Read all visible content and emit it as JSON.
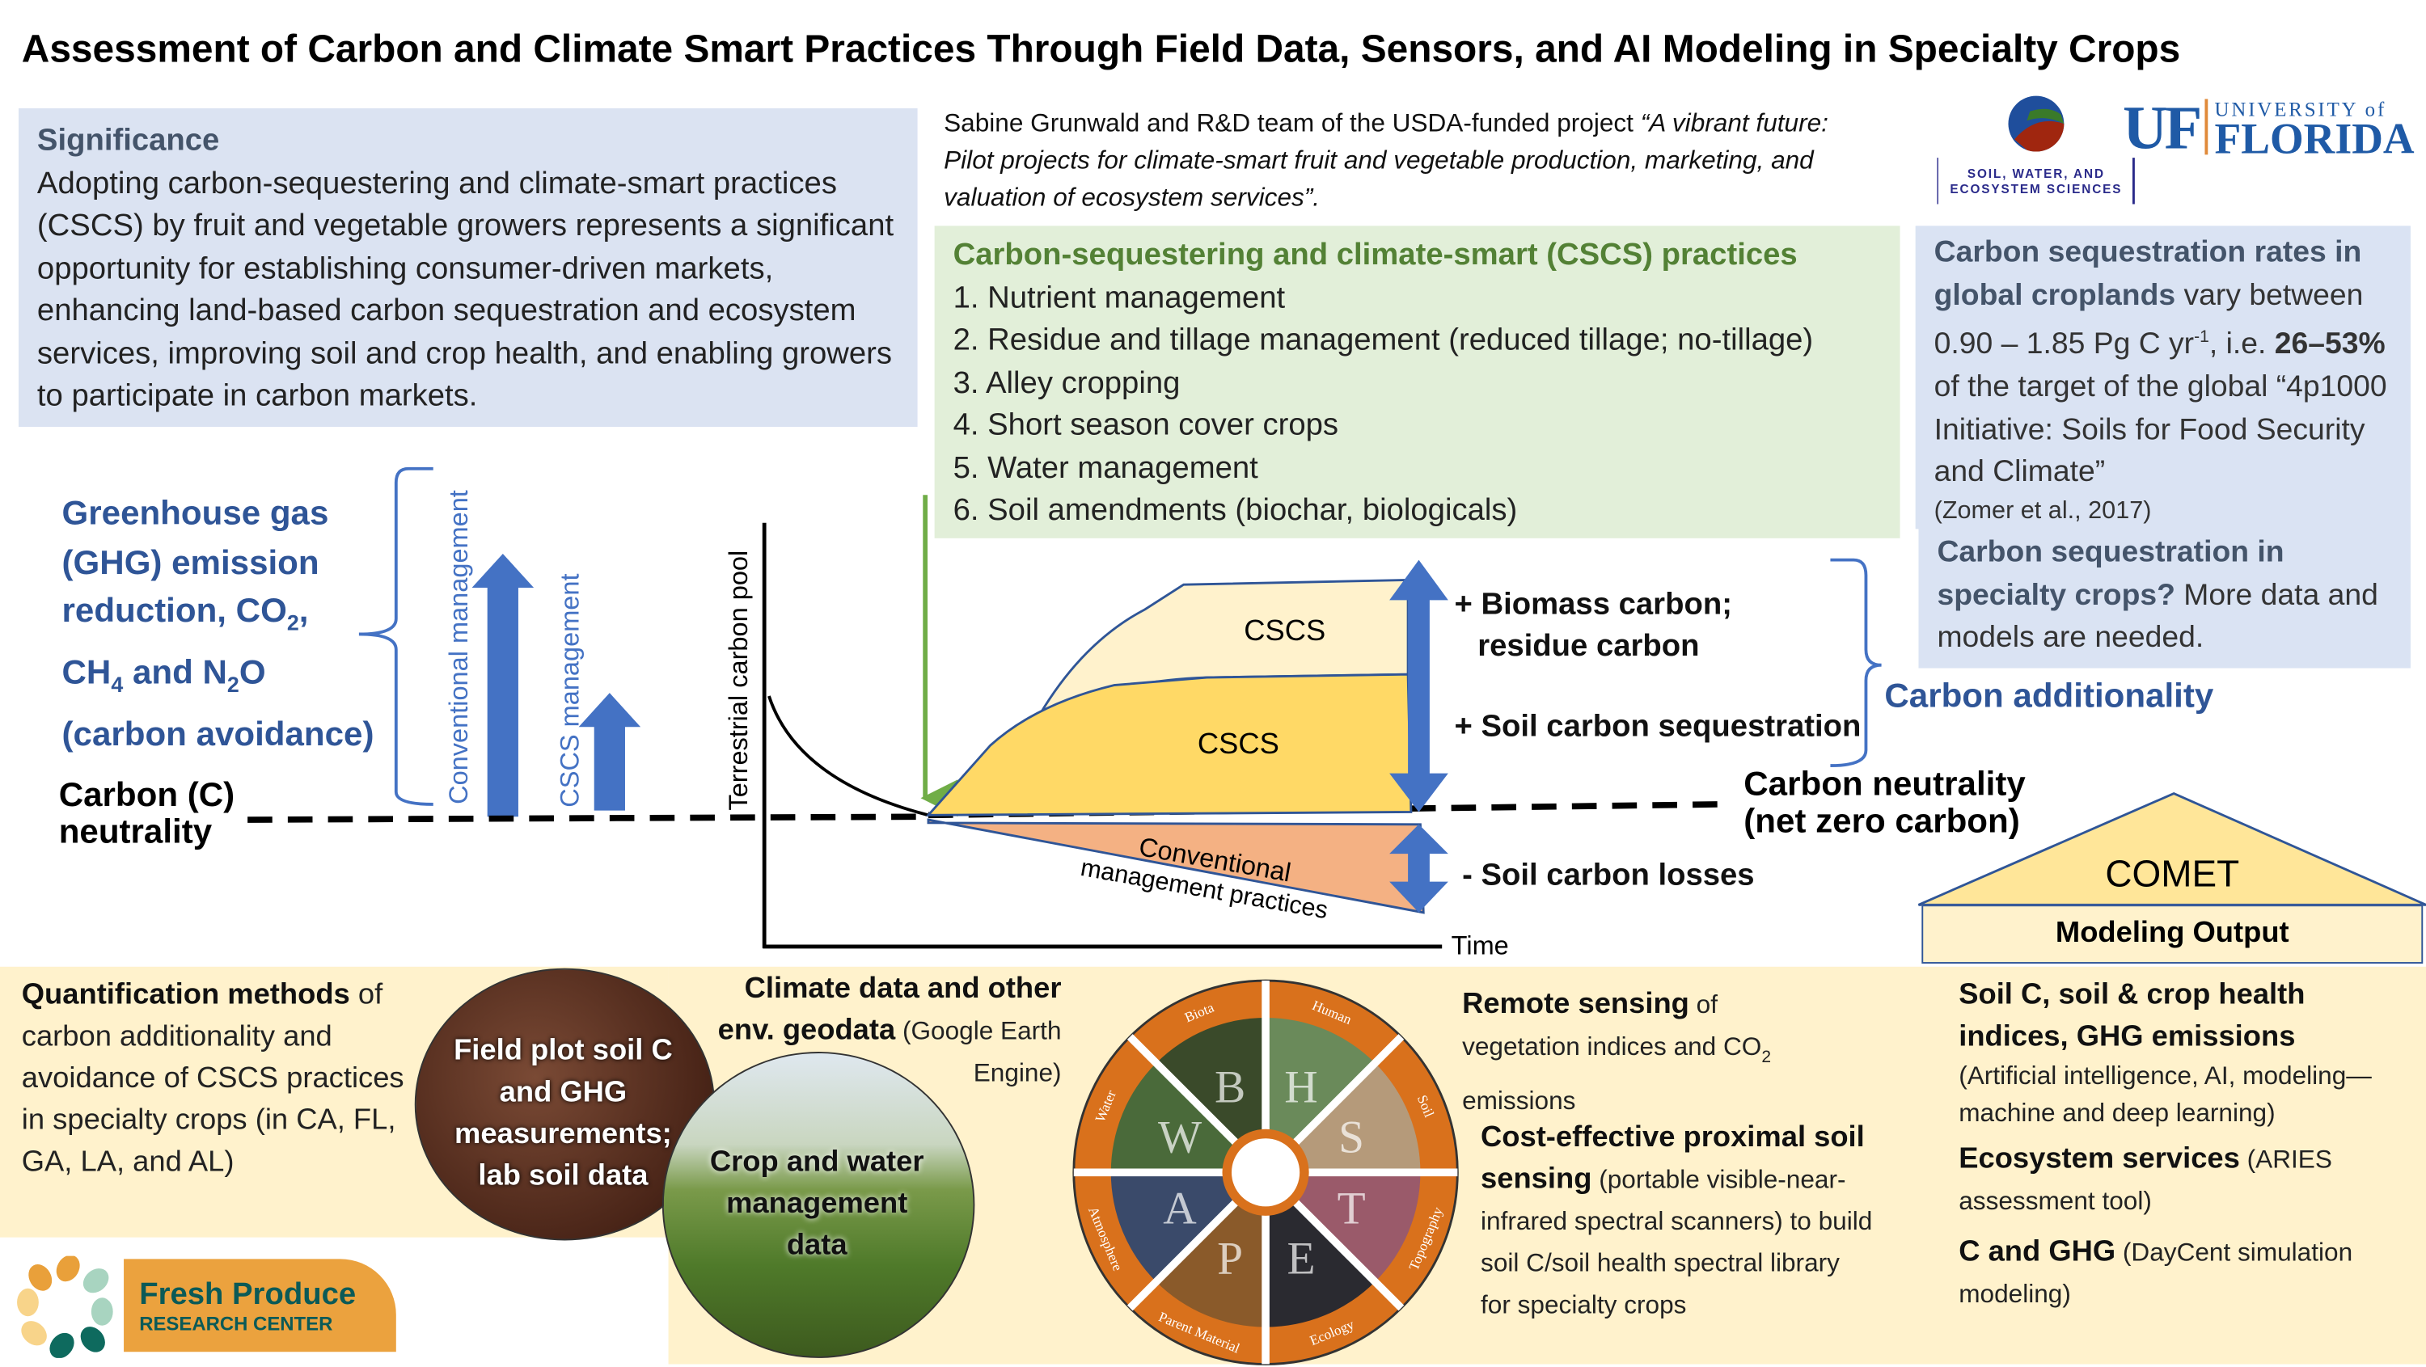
{
  "title": "Assessment of Carbon and Climate Smart Practices Through Field Data, Sensors, and AI Modeling in Specialty Crops",
  "significance": {
    "heading": "Significance",
    "body": "Adopting carbon-sequestering and climate-smart practices (CSCS) by fruit and vegetable growers represents a significant opportunity for establishing consumer-driven markets, enhancing land-based carbon sequestration and ecosystem services, improving soil and crop health, and enabling growers to participate in carbon markets."
  },
  "author": {
    "prefix": "Sabine Grunwald and R&D team of the USDA-funded project ",
    "project": "“A vibrant future: Pilot projects for climate-smart fruit and vegetable production, marketing, and valuation of ecosystem services”."
  },
  "logos": {
    "sws_line1": "SOIL, WATER, AND",
    "sws_line2": "ECOSYSTEM SCIENCES",
    "uf_mark": "UF",
    "uf_line1": "UNIVERSITY of",
    "uf_line2": "FLORIDA",
    "fprc_line1": "Fresh Produce",
    "fprc_line2": "RESEARCH CENTER"
  },
  "practices": {
    "heading": "Carbon-sequestering and climate-smart (CSCS) practices",
    "items": [
      "1. Nutrient management",
      "2. Residue and tillage management (reduced tillage; no-tillage)",
      "3. Alley cropping",
      "4. Short season cover crops",
      "5. Water management",
      "6. Soil amendments (biochar, biologicals)"
    ]
  },
  "rates": {
    "bold": "Carbon sequestration rates in global croplands",
    "text1": " vary between 0.90 – 1.85 Pg C yr",
    "sup": "-1",
    "text2": ", i.e. ",
    "bold2": "26–53%",
    "text3": " of the target of the global “4p1000 Initiative: Soils for Food Security and Climate”",
    "cite": "(Zomer et al., 2017)"
  },
  "specialty": {
    "bold": "Carbon sequestration in specialty crops?",
    "text": " More data and models are needed."
  },
  "ghg": {
    "line1": "Greenhouse gas",
    "line2": "(GHG) emission",
    "line3a": "reduction, CO",
    "line3sub": "2",
    "line3b": ",",
    "line4a": "CH",
    "line4sub1": "4",
    "line4b": " and N",
    "line4sub2": "2",
    "line4c": "O",
    "line5": "(carbon avoidance)"
  },
  "neutrality_left": {
    "line1": "Carbon (C)",
    "line2": "neutrality"
  },
  "conventional_management": "Conventional management",
  "cscs_management": "CSCS management",
  "diagram": {
    "ylabel": "Terrestrial carbon pool",
    "xlabel": "Time",
    "cscs_upper": "CSCS",
    "cscs_lower": "CSCS",
    "conv_line1": "Conventional",
    "conv_line2": "management practices",
    "biomass1": "+ Biomass carbon;",
    "biomass2": "residue carbon",
    "soil_seq": "+ Soil carbon sequestration",
    "losses": "- Soil carbon losses",
    "additionality": "Carbon additionality",
    "neutral1": "Carbon neutrality",
    "neutral2": "(net zero carbon)"
  },
  "comet": {
    "label": "COMET",
    "output": "Modeling Output"
  },
  "quant": {
    "bold": "Quantification methods",
    "text": " of carbon additionality and avoidance of CSCS practices in specialty crops (in CA, FL, GA, LA, and AL)"
  },
  "circles": {
    "field": "Field plot soil C and GHG measurements; lab soil data",
    "crop": "Crop and water management data"
  },
  "climate": {
    "bold": "Climate data and other env. geodata",
    "text": " (Google Earth Engine)"
  },
  "wheel": {
    "segments": [
      "Human",
      "Soil",
      "Topography",
      "Ecology",
      "Parent Material",
      "Atmosphere",
      "Water",
      "Biota"
    ],
    "letters": [
      "H",
      "S",
      "T",
      "E",
      "P",
      "A",
      "W",
      "B"
    ]
  },
  "remote": {
    "bold": "Remote sensing",
    "text": " of vegetation indices and CO",
    "sub": "2",
    "text2": " emissions"
  },
  "proximal": {
    "bold": "Cost-effective proximal soil sensing",
    "text": " (portable visible-near-infrared spectral scanners) to build soil C/soil health spectral library for specialty crops"
  },
  "outputs": [
    {
      "bold": "Soil C, soil & crop health indices, GHG emissions",
      "text": "(Artificial intelligence, AI, modeling—machine and deep learning)"
    },
    {
      "bold": "Ecosystem services",
      "text": " (ARIES assessment tool)"
    },
    {
      "bold": "C and GHG",
      "text": " (DayCent simulation modeling)"
    }
  ],
  "colors": {
    "blue": "#2f5597",
    "arrow": "#4472c4",
    "green": "#538135",
    "cream": "#fff2cc",
    "gold": "#ffd966",
    "orange": "#f4b183"
  }
}
